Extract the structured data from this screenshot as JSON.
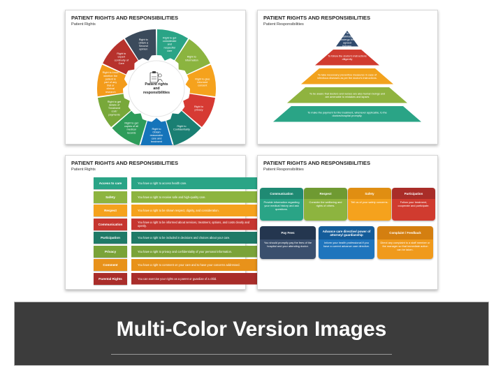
{
  "slide1": {
    "title": "PATIENT RIGHTS AND RESPONSIBILITIES",
    "subtitle": "Patient Rights",
    "center_label": "Patient rights and responsibilities",
    "center_icon": "patient-clipboard-icon",
    "segments": [
      {
        "text": "Right to get considerate and respectful care",
        "color": "#2aa486"
      },
      {
        "text": "Right to Information",
        "color": "#8bb43f"
      },
      {
        "text": "Right to give informed consent",
        "color": "#f5a21d"
      },
      {
        "text": "Right to privacy",
        "color": "#d63a33"
      },
      {
        "text": "Right to Confidentiality",
        "color": "#1a7f73"
      },
      {
        "text": "Right to Obtain reasonable care and treatment",
        "color": "#1574ba"
      },
      {
        "text": "Right to get copies of all medical records",
        "color": "#2e9c5a"
      },
      {
        "text": "Right to get details of Treatment cost/ payments",
        "color": "#78a83a"
      },
      {
        "text": "Right to know whether the patient is part of any trial or clinical research",
        "color": "#f39b1b"
      },
      {
        "text": "Right to expert continuity of Care",
        "color": "#b7322c"
      },
      {
        "text": "Right to obtain a Second opinion",
        "color": "#3b4a5b"
      }
    ]
  },
  "slide2": {
    "title": "PATIENT RIGHTS AND RESPONSIBILITIES",
    "subtitle": "Patient Responsibilities",
    "tiers": [
      {
        "text": "To faithfully undergo the agreed therapy.",
        "color": "#2f4a6d"
      },
      {
        "text": "To follow the doctor's instructions diligently",
        "color": "#d03b2f"
      },
      {
        "text": "To take necessary preventive measures in case of infectious diseases as per the doctor's instructions.",
        "color": "#f2a21d"
      },
      {
        "text": "To be aware that doctors and nurses are also human beings and are amenable to mistakes and lapses",
        "color": "#8fb33f"
      },
      {
        "text": "To make the payment for the treatment, whenever applicable, to the doctors/hospital promptly.",
        "color": "#2aa486"
      }
    ]
  },
  "slide3": {
    "title": "PATIENT RIGHTS AND RESPONSIBILITIES",
    "subtitle": "Patient Rights",
    "rows": [
      {
        "label": "Access to care",
        "text": "You have a right to access health care.",
        "color": "#2aa486"
      },
      {
        "label": "Safety",
        "text": "You have a right to receive safe and high-quality care.",
        "color": "#8db43f"
      },
      {
        "label": "Respect",
        "text": "You have a right to be shown respect, dignity, and consideration.",
        "color": "#f5a21d"
      },
      {
        "label": "Communication",
        "text": "You have a right to be informed about services, treatment, options, and costs clearly and openly.",
        "color": "#c6362f"
      },
      {
        "label": "Participation",
        "text": "You have a right to be included in decisions and choices about your care.",
        "color": "#1f7a67"
      },
      {
        "label": "Privacy",
        "text": "You have a right to privacy and confidentiality of your personal information.",
        "color": "#7aa338"
      },
      {
        "label": "Comment",
        "text": "You have a right to comment on your care and to have your concerns addressed.",
        "color": "#e8921a"
      },
      {
        "label": "Parental Rights",
        "text": "You can exercise your rights as a parent or guardian of a child.",
        "color": "#a92d2a"
      }
    ]
  },
  "slide4": {
    "title": "PATIENT RIGHTS AND RESPONSIBILITIES",
    "subtitle": "Patient Responsibilities",
    "top_cards": [
      {
        "head": "Communication",
        "body": "Provide information regarding your medical history and ask questions.",
        "head_color": "#1f8a73",
        "body_color": "#2aa486"
      },
      {
        "head": "Respect",
        "body": "Consider the wellbeing and rights of others.",
        "head_color": "#6f9a32",
        "body_color": "#8db43f"
      },
      {
        "head": "Safety",
        "body": "Tell us of your safety concerns.",
        "head_color": "#e08e12",
        "body_color": "#f5a21d"
      },
      {
        "head": "Participation",
        "body": "Follow your treatment, cooperate and participate.",
        "head_color": "#a92d28",
        "body_color": "#d03b2f"
      }
    ],
    "bottom_cards": [
      {
        "head": "Pay Fees",
        "body": "You should promptly pay the fees of the hospital and your attending doctor.",
        "head_color": "#24364f",
        "body_color": "#3a4f6d"
      },
      {
        "head": "Advance care directive/ power of attorney/ guardianship",
        "body": "Inform your health professional if you have a current advance care directive.",
        "head_color": "#145c9a",
        "body_color": "#1f75bd"
      },
      {
        "head": "Complaint / Feedback",
        "body": "Direct any complaint to a staff member or the manager so that immediate action can be taken.",
        "head_color": "#d47f10",
        "body_color": "#f09a1c"
      }
    ]
  },
  "banner": {
    "title": "Multi-Color Version Images",
    "background": "#3c3c3c"
  }
}
